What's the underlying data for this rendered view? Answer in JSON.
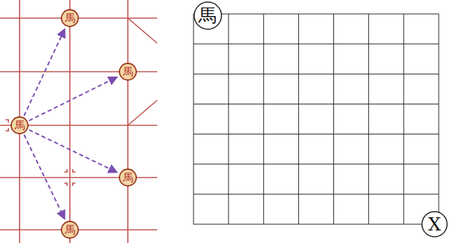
{
  "diagram": {
    "nodes": [
      {
        "text": [
          "馬"
        ]
      },
      {
        "text": [
          "馬"
        ]
      },
      {
        "text": [
          "馬"
        ]
      },
      {
        "text": [
          "馬"
        ]
      },
      {
        "text": [
          "馬"
        ]
      },
      {
        "text": [
          "馬"
        ]
      },
      {
        "text": [
          "X"
        ]
      }
    ],
    "edges": [
      {
        "from": 2,
        "to": 0,
        "arrow": "to"
      },
      {
        "from": 2,
        "to": 1,
        "arrow": "to"
      },
      {
        "from": 2,
        "to": 3,
        "arrow": "to"
      },
      {
        "from": 2,
        "to": 4,
        "arrow": "to"
      }
    ]
  }
}
